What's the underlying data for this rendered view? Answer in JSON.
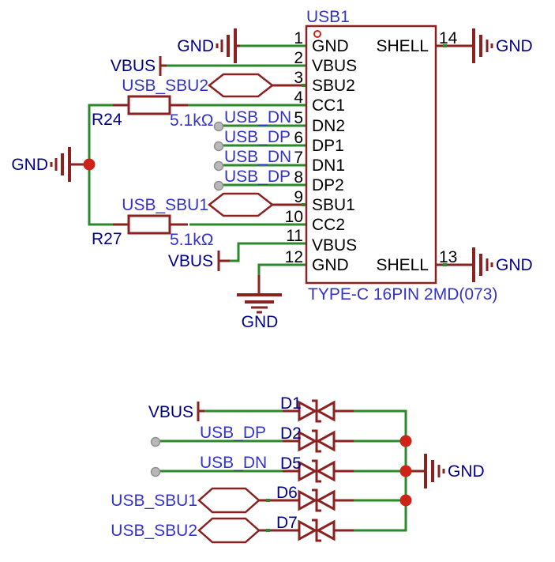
{
  "colors": {
    "wire_green": "#2a8a2a",
    "component_red": "#8b2221",
    "junction_red": "#cc2418",
    "net_label_blue": "#3333cc",
    "designator_navy": "#00008b",
    "pin_text_black": "#000000",
    "terminal_gray": "#b8b8b8",
    "background": "#ffffff"
  },
  "connector": {
    "designator": "USB1",
    "part_name": "TYPE-C 16PIN 2MD(073)",
    "left_pins": [
      {
        "num": "1",
        "name": "GND"
      },
      {
        "num": "2",
        "name": "VBUS"
      },
      {
        "num": "3",
        "name": "SBU2"
      },
      {
        "num": "4",
        "name": "CC1"
      },
      {
        "num": "5",
        "name": "DN2"
      },
      {
        "num": "6",
        "name": "DP1"
      },
      {
        "num": "7",
        "name": "DN1"
      },
      {
        "num": "8",
        "name": "DP2"
      },
      {
        "num": "9",
        "name": "SBU1"
      },
      {
        "num": "10",
        "name": "CC2"
      },
      {
        "num": "11",
        "name": "VBUS"
      },
      {
        "num": "12",
        "name": "GND"
      }
    ],
    "right_pins": [
      {
        "num": "14",
        "name": "SHELL"
      },
      {
        "num": "13",
        "name": "SHELL"
      }
    ]
  },
  "labels": {
    "gnd": "GND",
    "vbus": "VBUS",
    "usb_dp": "USB_DP",
    "usb_dn": "USB_DN",
    "usb_sbu1": "USB_SBU1",
    "usb_sbu2": "USB_SBU2"
  },
  "resistors": [
    {
      "ref": "R24",
      "value": "5.1kΩ"
    },
    {
      "ref": "R27",
      "value": "5.1kΩ"
    }
  ],
  "diodes": [
    {
      "ref": "D1",
      "net": "VBUS"
    },
    {
      "ref": "D2",
      "net": "USB_DP"
    },
    {
      "ref": "D5",
      "net": "USB_DN"
    },
    {
      "ref": "D6",
      "net": "USB_SBU1"
    },
    {
      "ref": "D7",
      "net": "USB_SBU2"
    }
  ]
}
